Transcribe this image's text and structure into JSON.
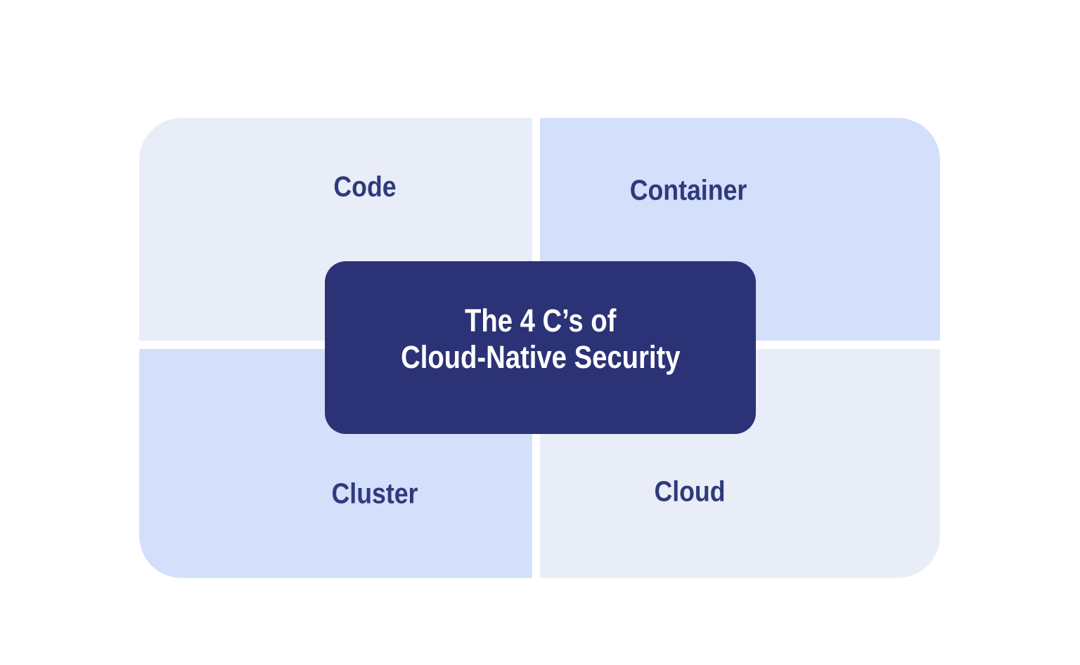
{
  "diagram": {
    "center_title": {
      "line1": "The 4 C’s of",
      "line2": "Cloud-Native Security"
    },
    "quadrants": [
      {
        "label": "Code",
        "position": "top-left",
        "fill": "light"
      },
      {
        "label": "Container",
        "position": "top-right",
        "fill": "blue"
      },
      {
        "label": "Cluster",
        "position": "bottom-left",
        "fill": "blue"
      },
      {
        "label": "Cloud",
        "position": "bottom-right",
        "fill": "light"
      }
    ],
    "colors": {
      "background": "#FFFFFF",
      "quadrant_light": "#E9EDF8",
      "quadrant_blue": "#D3DFFB",
      "center_box": "#2B3376",
      "label_text": "#2E3A7C",
      "center_text": "#FFFFFF"
    }
  }
}
